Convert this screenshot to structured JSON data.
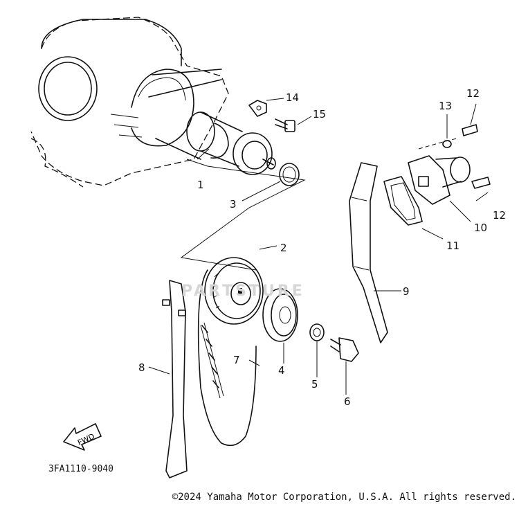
{
  "diagram": {
    "part_numbers": [
      "1",
      "2",
      "3",
      "4",
      "5",
      "6",
      "7",
      "8",
      "9",
      "10",
      "11",
      "12",
      "12",
      "13",
      "14",
      "15"
    ],
    "direction_label": "FWD",
    "drawing_code": "3FA1110-9040",
    "watermark": "PARTSTURE",
    "copyright": "©2024 Yamaha Motor Corporation, U.S.A. All rights reserved."
  }
}
